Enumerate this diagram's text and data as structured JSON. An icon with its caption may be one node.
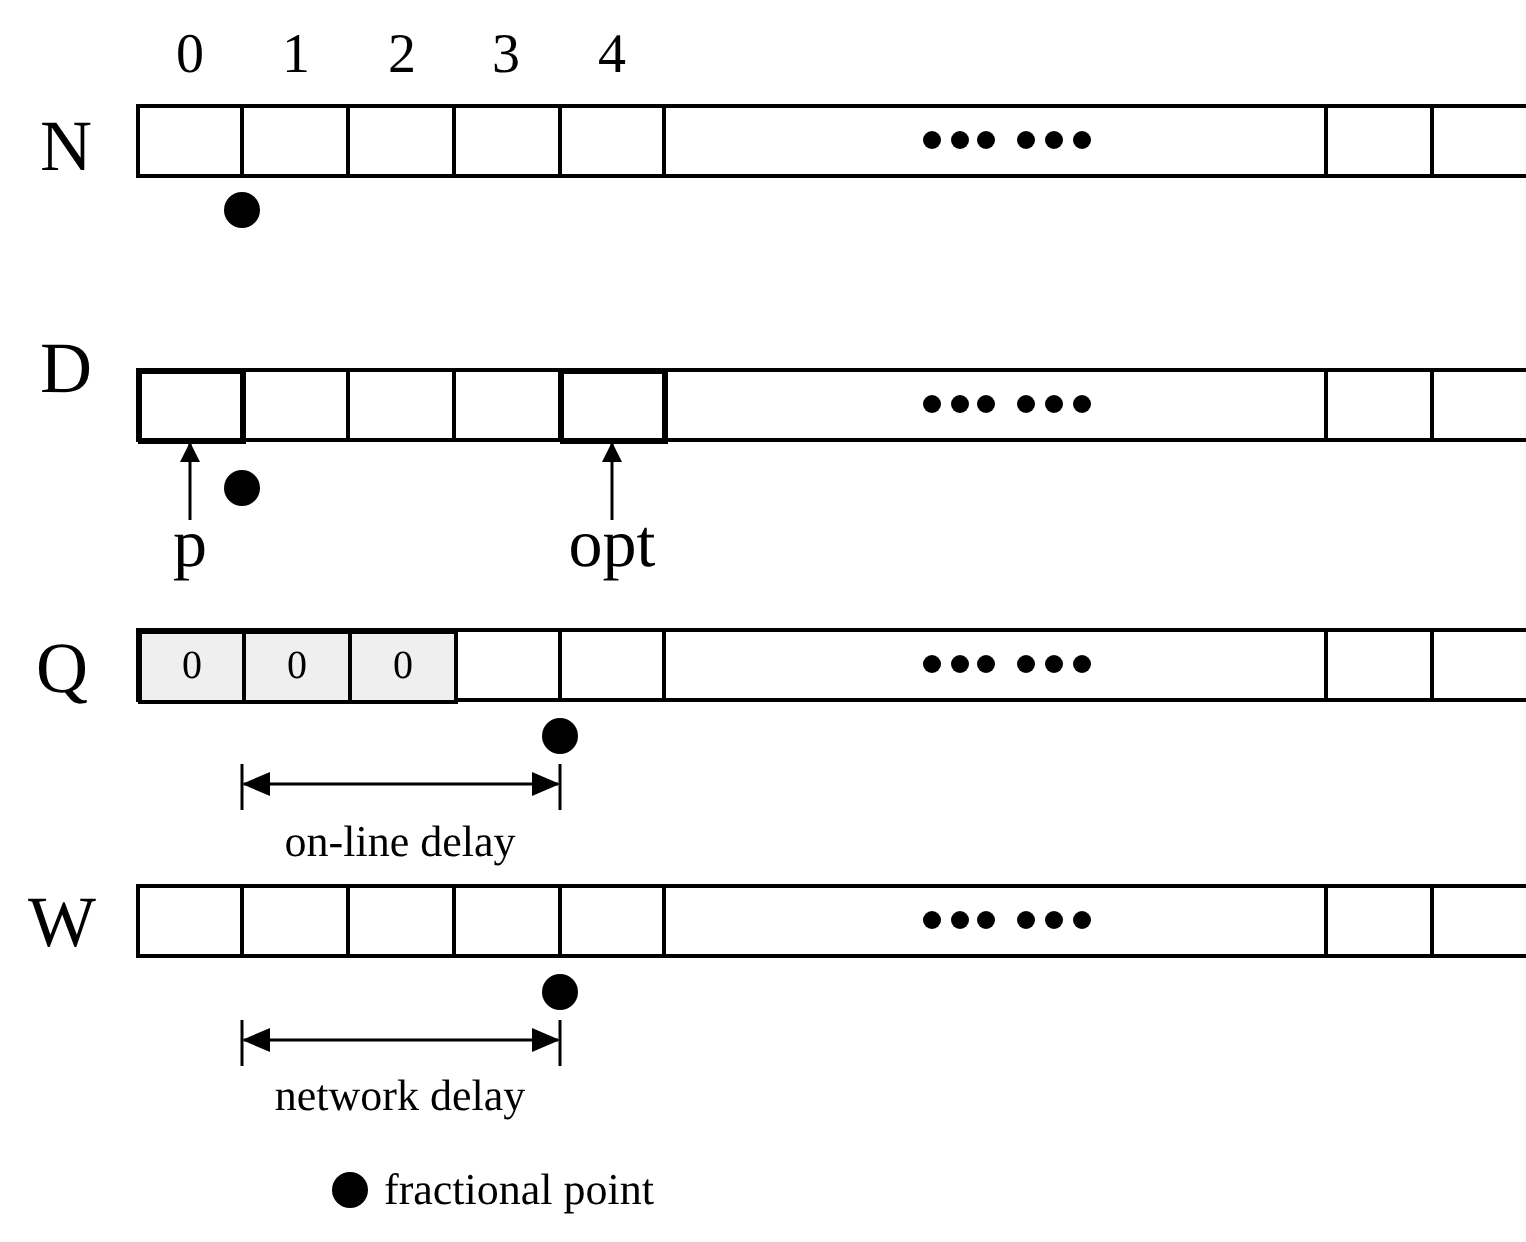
{
  "diagram": {
    "nodes": [
      {
        "text": [],
        "shape": "box"
      },
      {
        "text": [],
        "shape": "box"
      },
      {
        "text": [
          "p"
        ]
      },
      {
        "text": [
          "opt"
        ]
      },
      {
        "text": [
          "0"
        ]
      },
      {
        "text": [
          "0"
        ]
      },
      {
        "text": [
          "0"
        ]
      }
    ],
    "edges": [
      {
        "from": 2,
        "to": 0,
        "arrow": "to"
      },
      {
        "from": 3,
        "to": 1,
        "arrow": "to"
      }
    ],
    "labels": [
      "0",
      "1",
      "2",
      "3",
      "4",
      "N",
      "D",
      "Q",
      "W",
      "on-line delay",
      "network delay"
    ],
    "legend": [
      {
        "text": "fractional point"
      }
    ]
  }
}
